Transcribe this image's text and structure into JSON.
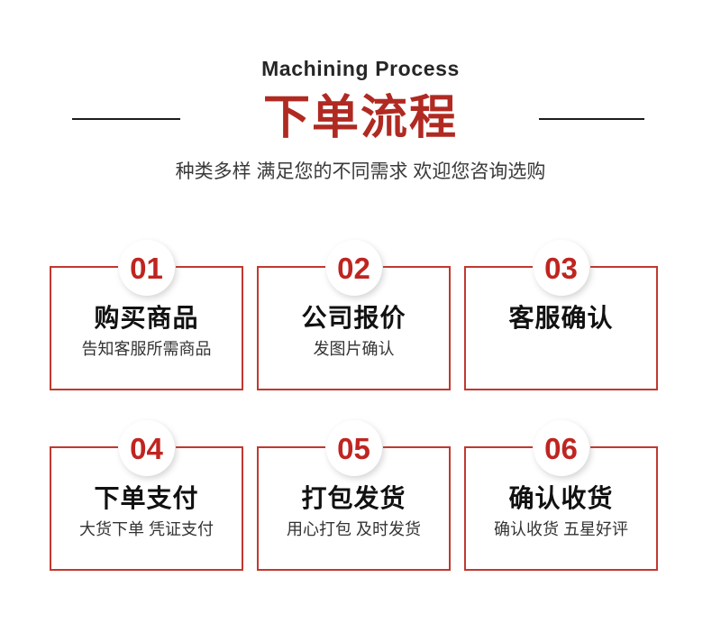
{
  "header": {
    "eyebrow": "Machining Process",
    "title": "下单流程",
    "subtitle": "种类多样 满足您的不同需求 欢迎您咨询选购",
    "rule_color": "#1c1c1c",
    "title_color": "#b02a22"
  },
  "theme": {
    "accent_red": "#b02a22",
    "badge_red": "#bf2520",
    "border_red": "#c0392f",
    "background": "#ffffff",
    "text_dark": "#111111"
  },
  "steps": [
    {
      "number": "01",
      "title": "购买商品",
      "subtitle": "告知客服所需商品"
    },
    {
      "number": "02",
      "title": "公司报价",
      "subtitle": "发图片确认"
    },
    {
      "number": "03",
      "title": "客服确认",
      "subtitle": ""
    },
    {
      "number": "04",
      "title": "下单支付",
      "subtitle": "大货下单 凭证支付"
    },
    {
      "number": "05",
      "title": "打包发货",
      "subtitle": "用心打包 及时发货"
    },
    {
      "number": "06",
      "title": "确认收货",
      "subtitle": "确认收货 五星好评"
    }
  ]
}
